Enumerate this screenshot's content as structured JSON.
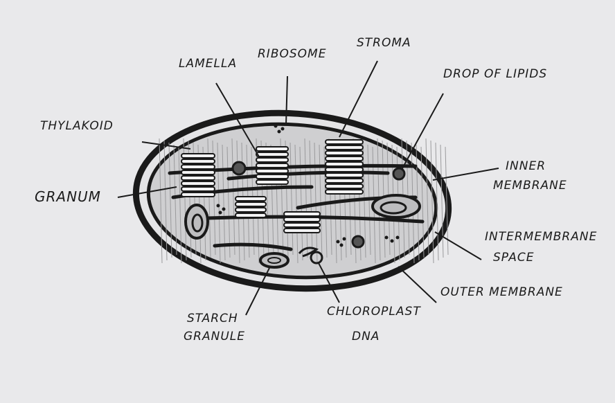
{
  "title": "Chloroplast",
  "colors": {
    "ink": "#1a1a1a",
    "stroma": "#cfcfd1",
    "background": "#e9e9eb"
  },
  "labels": {
    "lamella": "LAMELLA",
    "ribosome": "RIBOSOME",
    "stroma": "STROMA",
    "drop_of_lipids": "DROP OF LIPIDS",
    "thylakoid": "THYLAKOID",
    "inner_membrane_1": "INNER",
    "inner_membrane_2": "MEMBRANE",
    "granum": "GRANUM",
    "intermembrane_1": "INTERMEMBRANE",
    "intermembrane_2": "SPACE",
    "outer_membrane": "OUTER MEMBRANE",
    "starch_1": "STARCH",
    "starch_2": "GRANULE",
    "dna_1": "CHLOROPLAST",
    "dna_2": "DNA"
  }
}
